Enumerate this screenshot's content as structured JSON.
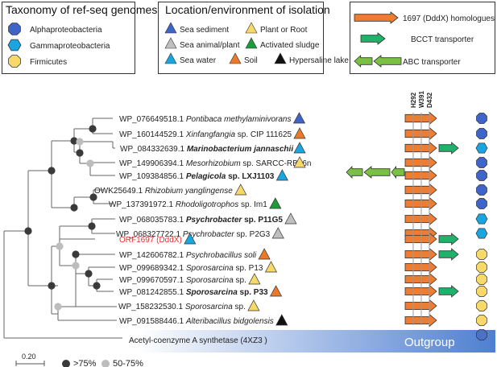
{
  "legends": {
    "taxonomy": {
      "title": "Taxonomy of ref-seq genomes",
      "items": [
        {
          "label": "Alphaproteobacteria",
          "color": "#3f64c9"
        },
        {
          "label": "Gammaproteobacteria",
          "color": "#1aa5e0"
        },
        {
          "label": "Firmicutes",
          "color": "#f7d96a"
        }
      ]
    },
    "location": {
      "title": "Location/environment of isolation",
      "items": [
        {
          "label": "Sea sediment",
          "color": "#3f64c9"
        },
        {
          "label": "Plant  or Root",
          "color": "#f7d96a"
        },
        {
          "label": "Sea animal/plant",
          "color": "#c0c0c0"
        },
        {
          "label": "Activated sludge",
          "color": "#1f9a3a"
        },
        {
          "label": "Sea water",
          "color": "#1aa5e0"
        },
        {
          "label": "Soil",
          "color": "#ea7a2a"
        },
        {
          "label": "Hypersaline lake",
          "color": "#111111"
        }
      ]
    },
    "genes": {
      "items": [
        {
          "label": "1697 (DddX) homologues",
          "color": "#ee7d31"
        },
        {
          "label": "BCCT transporter",
          "color": "#1fb26a"
        },
        {
          "label": "ABC transporter",
          "color": "#7ac142"
        }
      ]
    }
  },
  "residues": [
    "H292",
    "W391",
    "D432"
  ],
  "taxa": [
    {
      "acc": "WP_076649518.1",
      "species": "Pontibaca methylaminivorans",
      "genus": "",
      "bold": false,
      "env": "Sea sediment",
      "taxonomy": "Alphaproteobacteria",
      "bcct": false,
      "abc": false
    },
    {
      "acc": "WP_160144529.1",
      "species": "Xinfangfangia",
      "genus": " sp. CIP 111625",
      "bold": false,
      "env": "Soil",
      "taxonomy": "Alphaproteobacteria",
      "bcct": false,
      "abc": false
    },
    {
      "acc": "WP_084332639.1",
      "species": "Marinobacterium jannaschii",
      "genus": "",
      "bold": true,
      "env": "Sea water",
      "taxonomy": "Gammaproteobacteria",
      "bcct": true,
      "abc": false
    },
    {
      "acc": "WP_149906394.1",
      "species": "Mesorhizobium",
      "genus": " sp. SARCC-RB16n",
      "bold": false,
      "env": "Plant  or Root",
      "taxonomy": "Alphaproteobacteria",
      "bcct": false,
      "abc": false
    },
    {
      "acc": "WP_109384856.1",
      "species": "Pelagicola",
      "genus": " sp. LXJ1103",
      "bold": true,
      "env": "Sea water",
      "taxonomy": "Alphaproteobacteria",
      "bcct": false,
      "abc": true
    },
    {
      "acc": "OWK25649.1",
      "species": "Rhizobium yanglingense",
      "genus": "",
      "bold": false,
      "env": "Plant  or Root",
      "taxonomy": "Alphaproteobacteria",
      "bcct": false,
      "abc": false
    },
    {
      "acc": "WP_137391972.1",
      "species": "Rhodoligotrophos",
      "genus": " sp. Im1",
      "bold": false,
      "env": "Activated sludge",
      "taxonomy": "Alphaproteobacteria",
      "bcct": false,
      "abc": false
    },
    {
      "acc": "WP_068035783.1",
      "species": "Psychrobacter",
      "genus": " sp. P11G5",
      "bold": true,
      "env": "Sea animal/plant",
      "taxonomy": "Gammaproteobacteria",
      "bcct": false,
      "abc": false
    },
    {
      "acc": "WP_068327722.1",
      "species": "Psychrobacter",
      "genus": " sp. P2G3",
      "bold": false,
      "env": "Sea animal/plant",
      "taxonomy": "Gammaproteobacteria",
      "bcct": false,
      "abc": false
    },
    {
      "acc": "ORF1697 (DddX)",
      "species": "",
      "genus": "",
      "bold": false,
      "red": true,
      "env": "Sea water",
      "taxonomy": "",
      "bcct": true,
      "abc": false
    },
    {
      "acc": "WP_142606782.1",
      "species": "Psychrobacillus soli",
      "genus": "",
      "bold": false,
      "env": "Soil",
      "taxonomy": "Firmicutes",
      "bcct": true,
      "abc": false
    },
    {
      "acc": "WP_099689342.1",
      "species": "Sporosarcina",
      "genus": " sp. P13",
      "bold": false,
      "env": "Plant  or Root",
      "taxonomy": "Firmicutes",
      "bcct": false,
      "abc": false
    },
    {
      "acc": "WP_099670597.1",
      "species": "Sporosarcina",
      "genus": " sp.",
      "bold": false,
      "env": "Plant  or Root",
      "taxonomy": "Firmicutes",
      "bcct": false,
      "abc": false
    },
    {
      "acc": "WP_081242855.1",
      "species": "Sporosarcina",
      "genus": " sp. P33",
      "bold": true,
      "env": "Soil",
      "taxonomy": "Firmicutes",
      "bcct": true,
      "abc": false
    },
    {
      "acc": "WP_158232530.1",
      "species": "Sporosarcina",
      "genus": " sp.",
      "bold": false,
      "env": "Plant  or Root",
      "taxonomy": "Firmicutes",
      "bcct": false,
      "abc": false
    },
    {
      "acc": "WP_091588446.1",
      "species": "Alteribacillus bidgolensis",
      "genus": "",
      "bold": false,
      "env": "Hypersaline lake",
      "taxonomy": "Firmicutes",
      "bcct": false,
      "abc": false
    }
  ],
  "outgroup": {
    "label": "Acetyl-coenzyme A synthetase (4XZ3 )",
    "banner": "Outgroup"
  },
  "scale": {
    "label": "0.20"
  },
  "bootstrap": [
    {
      "label": ">75%",
      "color": "#3a3a3a"
    },
    {
      "label": "50-75%",
      "color": "#bdbdbd"
    }
  ]
}
